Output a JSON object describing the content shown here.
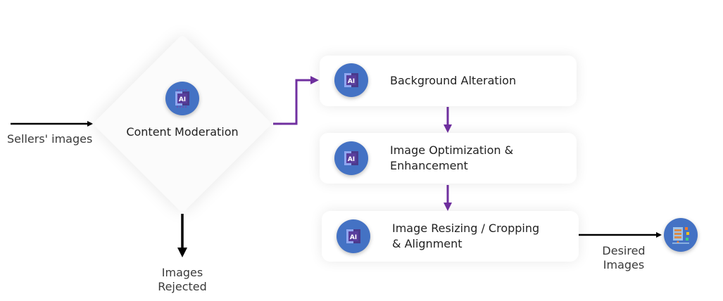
{
  "input": {
    "label": "Sellers' images"
  },
  "decision": {
    "label": "Content Moderation",
    "icon": "ai-chip-icon"
  },
  "rejected": {
    "line1": "Images",
    "line2": "Rejected"
  },
  "steps": [
    {
      "line1": "Background Alteration",
      "line2": "",
      "icon": "ai-chip-icon"
    },
    {
      "line1": "Image Optimization &",
      "line2": "Enhancement",
      "icon": "ai-chip-icon"
    },
    {
      "line1": "Image Resizing / Cropping",
      "line2": "& Alignment",
      "icon": "ai-chip-icon"
    }
  ],
  "output": {
    "line1": "Desired",
    "line2": "Images",
    "icon": "server-database-icon"
  },
  "colors": {
    "accent": "#7030a0",
    "icon_bg": "#4472c4",
    "arrow_black": "#000000"
  }
}
